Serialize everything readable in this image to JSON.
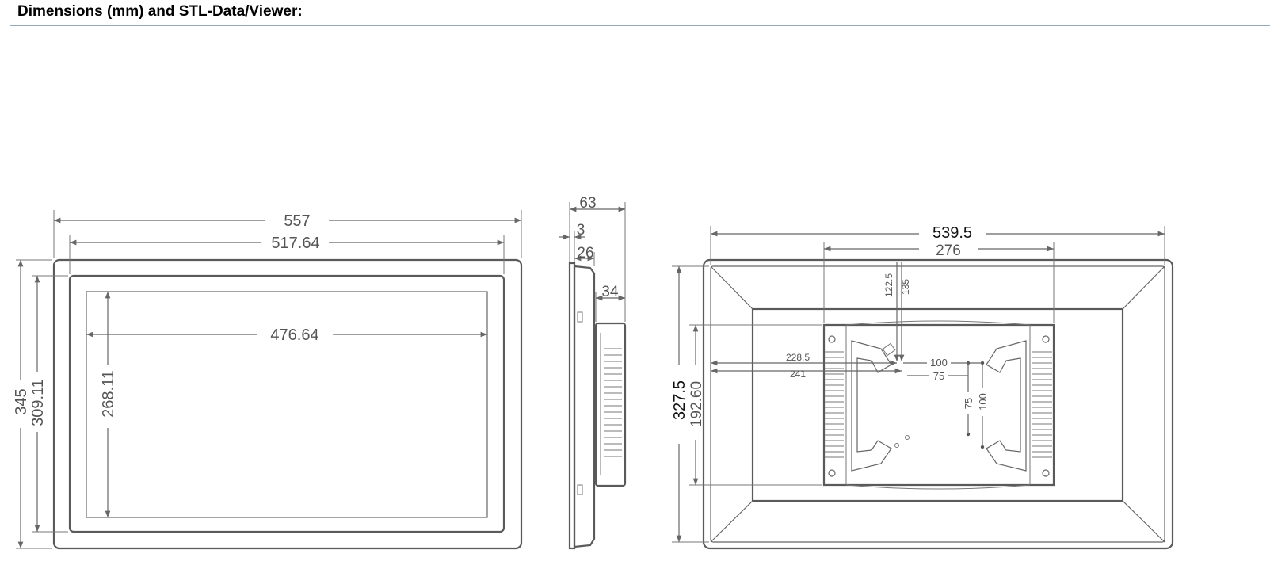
{
  "heading": "Dimensions (mm) and STL-Data/Viewer:",
  "front_view": {
    "width_overall": "557",
    "width_bezel": "517.64",
    "width_active": "476.64",
    "height_overall": "345",
    "height_bezel": "309.11",
    "height_active": "268.11"
  },
  "side_view": {
    "depth_total": "63",
    "bezel_depth": "3",
    "body_depth": "26",
    "back_box_depth": "34"
  },
  "rear_view": {
    "width_overall": "539.5",
    "mount_width": "276",
    "height_overall": "327.5",
    "mount_height": "192.60",
    "top_offset_1": "122.5",
    "top_offset_2": "135",
    "left_offset_1": "228.5",
    "left_offset_2": "241",
    "vesa_h_large": "100",
    "vesa_h_small": "75",
    "vesa_v_small": "75",
    "vesa_v_large": "100"
  },
  "colors": {
    "line": "#666666",
    "text": "#555555",
    "rule": "#9aaab8"
  }
}
